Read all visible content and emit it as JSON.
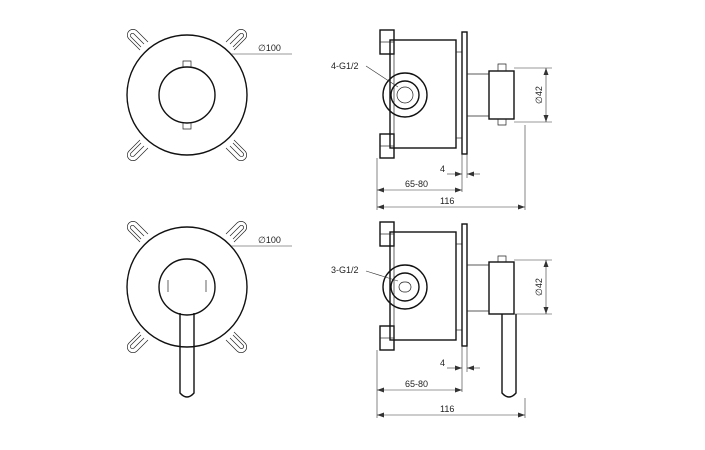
{
  "drawing": {
    "top_assembly": {
      "front_view": {
        "diameter_label": "∅100"
      },
      "side_view": {
        "port_label": "4-G1/2",
        "height_label": "∅42",
        "dim_plate_label": "4",
        "dim_depth_label": "65-80",
        "dim_total_label": "116"
      }
    },
    "bottom_assembly": {
      "front_view": {
        "diameter_label": "∅100"
      },
      "side_view": {
        "port_label": "3-G1/2",
        "height_label": "∅42",
        "dim_plate_label": "4",
        "dim_depth_label": "65-80",
        "dim_total_label": "116"
      }
    }
  }
}
